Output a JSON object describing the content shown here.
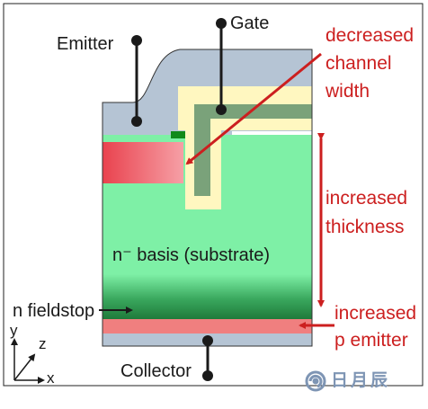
{
  "labels": {
    "emitter": "Emitter",
    "gate": "Gate",
    "collector": "Collector",
    "decreased_channel_width": [
      "decreased",
      "channel",
      "width"
    ],
    "increased_thickness": [
      "increased",
      "thickness"
    ],
    "n_basis": "n⁻ basis (substrate)",
    "n_fieldstop": "n fieldstop",
    "increased_p_emitter": [
      "increased",
      "p emitter"
    ],
    "axis_y": "y",
    "axis_z": "z",
    "axis_x": "x"
  },
  "watermark": {
    "logo": "swirl-logo-icon",
    "text": "日月辰"
  },
  "colors": {
    "oxide": "#b5c4d4",
    "gate_outer": "#fff7c0",
    "gate_poly": "#7aa27a",
    "p_body": "#3a9a3a",
    "n_emitter": "#e6454f",
    "substrate": "#7ef0a6",
    "fieldstop": "#1f7a3a",
    "p_emitter": "#f07f7f",
    "annotation": "#cc1f1f",
    "text": "#1a1a1a",
    "watermark": "#7e95b4"
  }
}
